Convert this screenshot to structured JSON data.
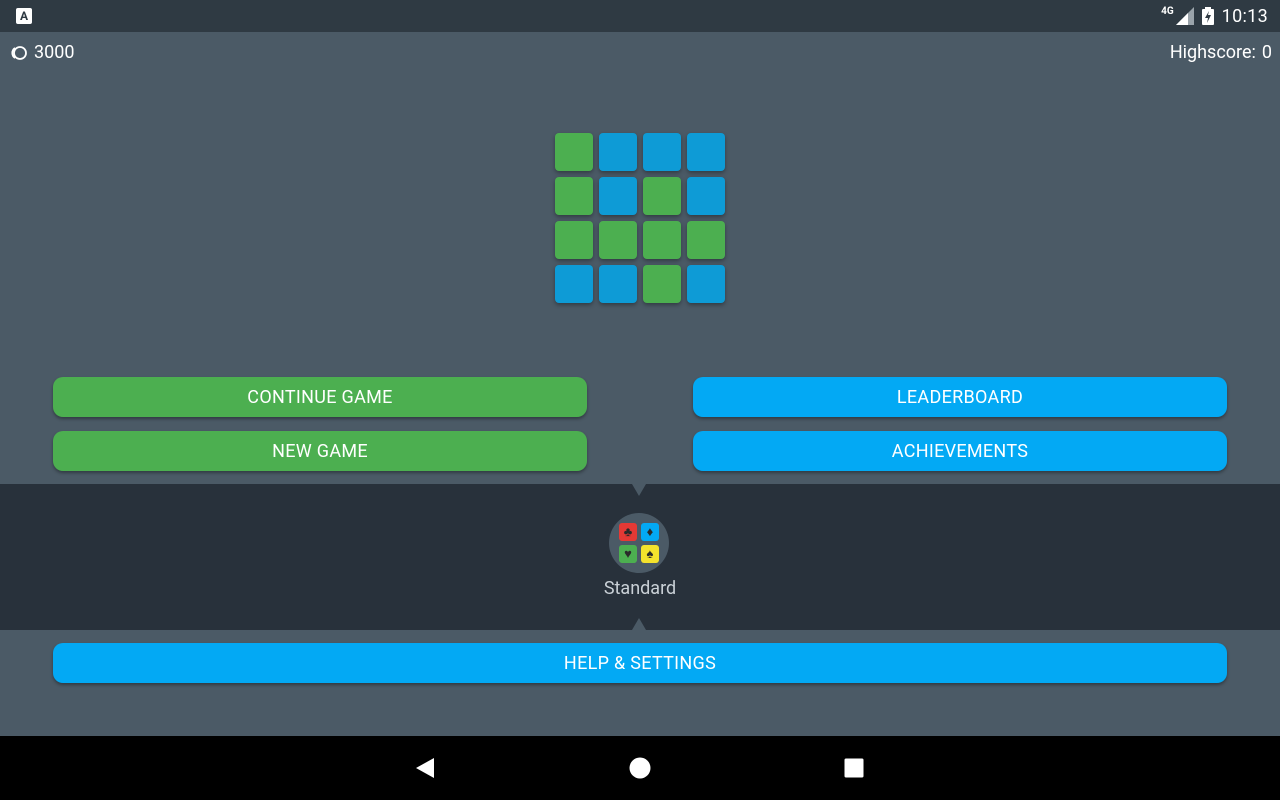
{
  "status_bar": {
    "app_icon_letter": "A",
    "network": "4G",
    "time": "10:13"
  },
  "header": {
    "coins": "3000",
    "highscore_label": "Highscore:",
    "highscore_value": "0"
  },
  "logo_grid": [
    [
      "green",
      "blue",
      "blue",
      "blue"
    ],
    [
      "green",
      "blue",
      "green",
      "blue"
    ],
    [
      "green",
      "green",
      "green",
      "green"
    ],
    [
      "blue",
      "blue",
      "green",
      "blue"
    ]
  ],
  "buttons": {
    "continue_game": "CONTINUE GAME",
    "new_game": "NEW GAME",
    "leaderboard": "LEADERBOARD",
    "achievements": "ACHIEVEMENTS",
    "help_settings": "HELP & SETTINGS"
  },
  "mode": {
    "label": "Standard",
    "suits": [
      {
        "symbol": "♣",
        "color": "red"
      },
      {
        "symbol": "♦",
        "color": "blue"
      },
      {
        "symbol": "♥",
        "color": "green"
      },
      {
        "symbol": "♠",
        "color": "yellow"
      }
    ]
  },
  "colors": {
    "green": "#4caf50",
    "blue": "#03a9f4",
    "background": "#4b5a66",
    "panel": "#28313b"
  },
  "nav": {
    "back_icon": "back-triangle-icon",
    "home_icon": "home-circle-icon",
    "recents_icon": "recents-square-icon"
  }
}
